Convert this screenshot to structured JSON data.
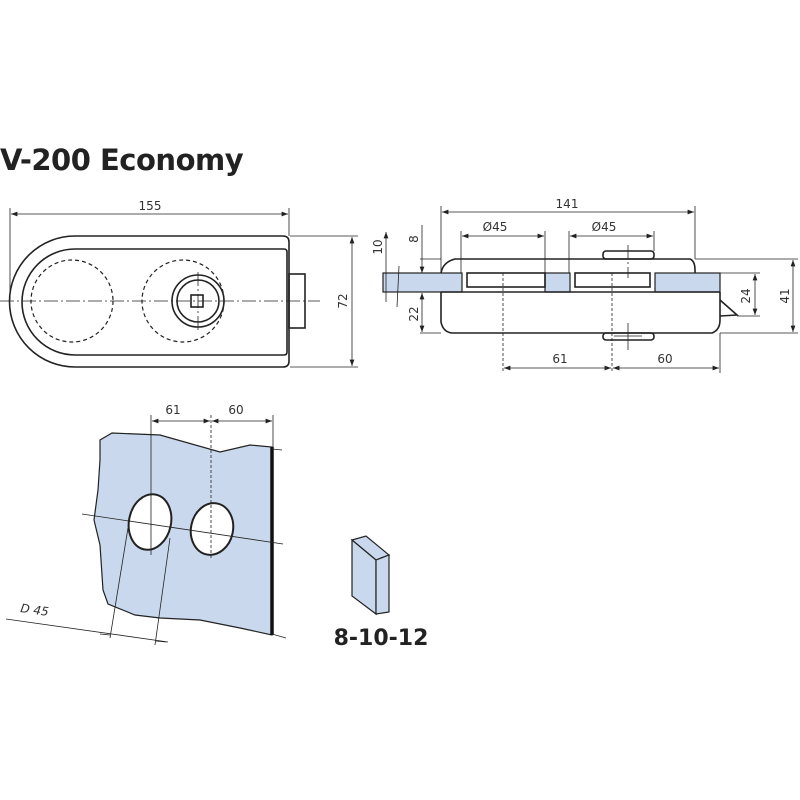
{
  "title": "V-200 Economy",
  "top_view": {
    "width_label": "155",
    "height_label": "72"
  },
  "side_view": {
    "overall_label": "141",
    "hole1_label": "Ø45",
    "hole2_label": "Ø45",
    "glass_thickness_label": "10",
    "top_label": "8",
    "bottom_label": "22",
    "spacing1_label": "61",
    "spacing2_label": "60",
    "inner_height_label": "24",
    "total_height_label": "41"
  },
  "glass_view": {
    "spacing1_label": "61",
    "spacing2_label": "60",
    "diameter_label": "D 45"
  },
  "glass_block": {
    "thickness_label": "8-10-12"
  },
  "colors": {
    "glass": "#c9d8ec",
    "line": "#222222"
  }
}
